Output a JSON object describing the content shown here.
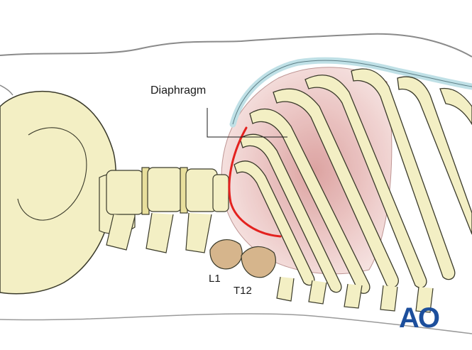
{
  "labels": {
    "diaphragm": "Diaphragm",
    "l1": "L1",
    "t12": "T12"
  },
  "logo": "AO",
  "colors": {
    "bone": "#f3efc4",
    "bone_outline": "#3a3a2a",
    "vertebra_highlight": "#d6b58c",
    "diaphragm_line": "#e3221f",
    "cartilage": "#cfe6ea",
    "lung_pink": "#ecc6c4",
    "logo_blue": "#1d4f9c"
  }
}
